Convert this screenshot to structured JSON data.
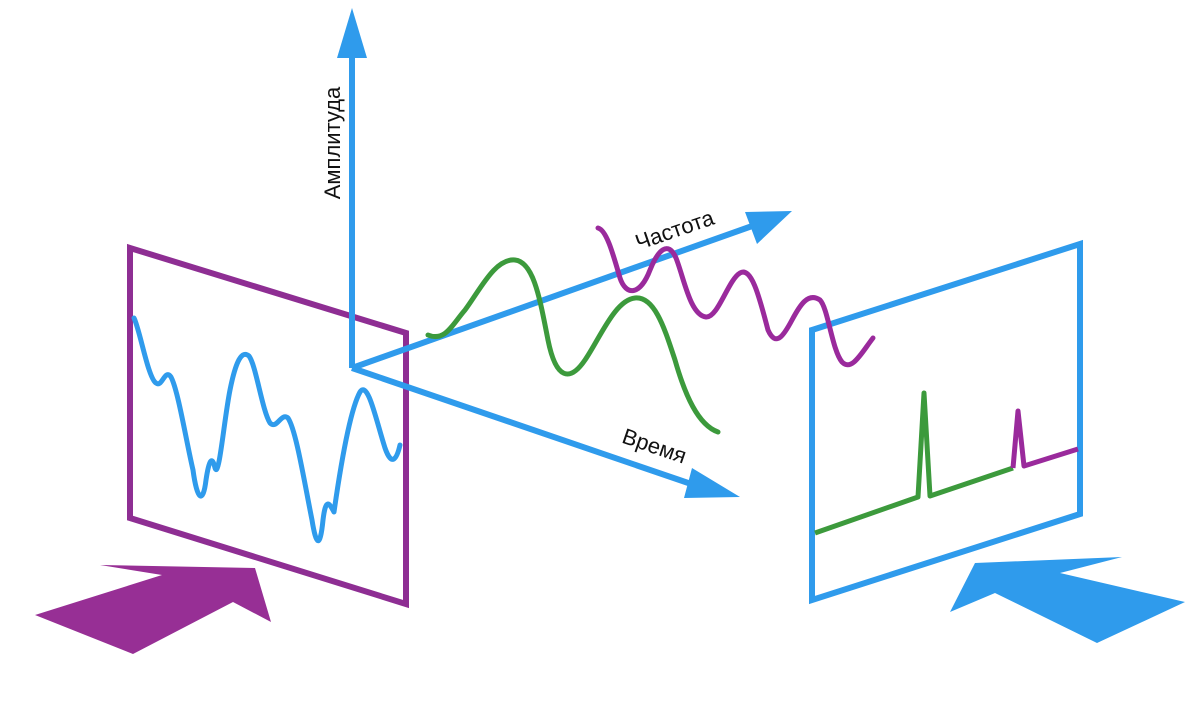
{
  "diagram": {
    "axes": {
      "amplitude_label": "Амплитуда",
      "frequency_label": "Частота",
      "time_label": "Время"
    },
    "colors": {
      "axis": "#2f9bec",
      "time_panel_border": "#8e2e93",
      "frequency_panel_border": "#2f9bec",
      "signal_sum": "#2f9bec",
      "component_low_freq": "#3c9a3c",
      "component_high_freq": "#9a2a9c",
      "left_arrow": "#972f95",
      "right_arrow": "#2f9bec"
    },
    "icons": {
      "left_arrow": "arrow-icon",
      "right_arrow": "arrow-icon"
    }
  }
}
